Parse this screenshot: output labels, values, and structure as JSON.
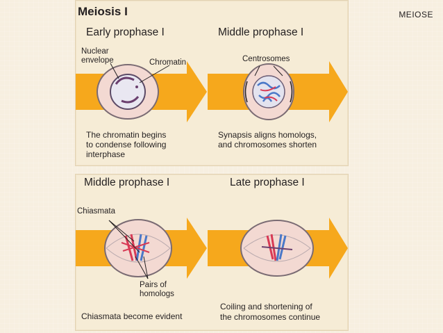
{
  "slide_tag": "MEIOSE",
  "title": "Meiosis I",
  "top_panel": {
    "left_stage": "Early prophase I",
    "right_stage": "Middle prophase I",
    "label_nuclear_line1": "Nuclear",
    "label_nuclear_line2": "envelope",
    "label_chromatin": "Chromatin",
    "label_centrosomes": "Centrosomes",
    "caption_left_line1": "The chromatin begins",
    "caption_left_line2": "to condense following",
    "caption_left_line3": "interphase",
    "caption_right_line1": "Synapsis aligns homologs,",
    "caption_right_line2": "and chromosomes shorten"
  },
  "bottom_panel": {
    "left_stage": "Middle prophase I",
    "right_stage": "Late prophase I",
    "label_chiasmata": "Chiasmata",
    "label_pairs_line1": "Pairs of",
    "label_pairs_line2": "homologs",
    "caption_left": "Chiasmata become evident",
    "caption_right_line1": "Coiling and shortening of",
    "caption_right_line2": "the chromosomes continue"
  },
  "colors": {
    "arrow": "#f6a81c",
    "cell_fill": "#f3d9d2",
    "cell_stroke": "#7a6b73",
    "chromatin": "#6b3f6e",
    "red_chromosome": "#d83a55",
    "blue_chromosome": "#4a78c8"
  }
}
